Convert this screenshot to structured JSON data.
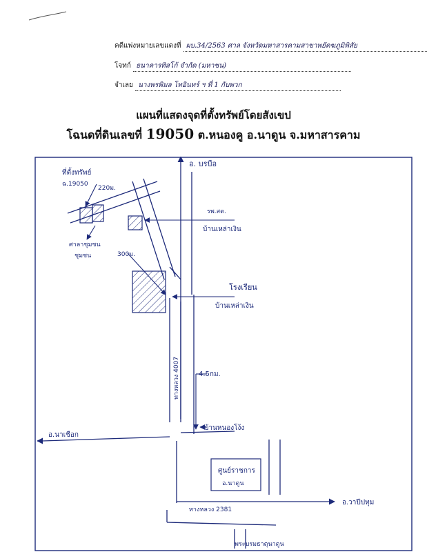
{
  "header": {
    "case_label": "คดีแพ่งหมายเลขแดงที่",
    "case_value": "ผบ.34/2563 ศาล  จังหวัดมหาสารคามสาขาพยัคฆภูมิพิสัย",
    "plaintiff_label": "โจทก์",
    "plaintiff_value": "ธนาคารทิสโก้ จำกัด (มหาชน)",
    "defendant_label": "จำเลย",
    "defendant_value": "นางพรพิมล  โทอินทร์ ฯ ที่ 1 กับพวก"
  },
  "titles": {
    "line1": "แผนที่แสดงจุดที่ตั้งทรัพย์โดยสังเขป",
    "line2_prefix": "โฉนดที่ดินเลขที่",
    "line2_number": "19050",
    "line2_suffix": "ต.หนองคู อ.นาดูน จ.มหาสารคาม"
  },
  "map_labels": {
    "top_destination": "อ. บรบือ",
    "property_label": "ที่ตั้งทรัพย์",
    "deed_label": "ฉ.19050",
    "distance_220": "220ม.",
    "school_short": "รพ.สต.",
    "village_1": "บ้านเหล่าเงิน",
    "community_center_1": "ศาลาชุมชน",
    "community_center_2": "ชุมชน",
    "distance_300": "300ม.",
    "school": "โรงเรียน",
    "village_2": "บ้านเหล่าเงิน",
    "road_4007": "ทางหลวง 4007",
    "distance_45": "4.5กม.",
    "village_3": "บ้านหนองโง้ง",
    "left_destination": "อ.นาเชือก",
    "government_center_1": "ศูนย์ราชการ",
    "government_center_2": "อ.นาดูน",
    "right_destination": "อ.วาปีปทุม",
    "road_2381": "ทางหลวง 2381",
    "bottom_landmark": "พระบรมธาตุนาดูน"
  }
}
